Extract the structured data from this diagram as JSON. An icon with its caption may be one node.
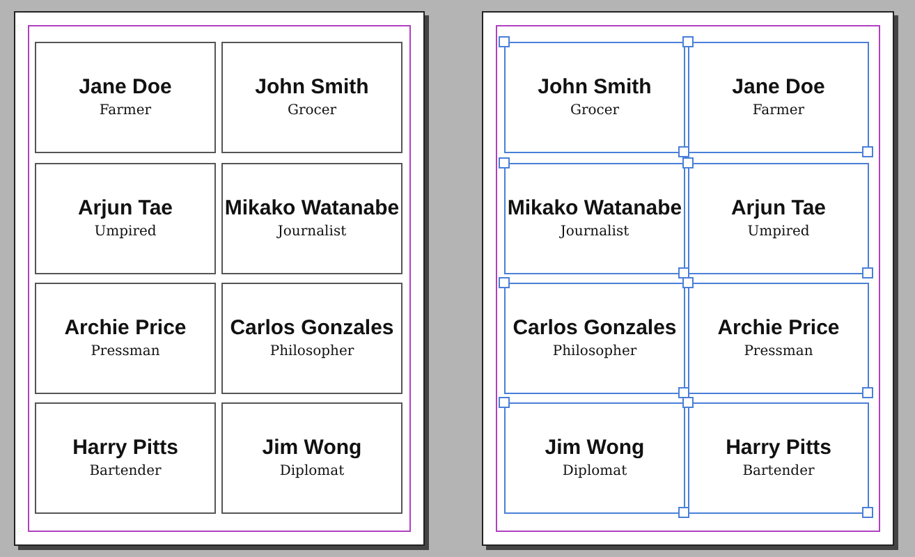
{
  "diagram": {
    "nodes": [
      {
        "text": [],
        "shape": "box"
      },
      {
        "text": [
          "Jane Doe",
          "Farmer"
        ],
        "in": 0
      },
      {
        "text": [
          "John Smith",
          "Grocer"
        ],
        "in": 0
      },
      {
        "text": [
          "Arjun Tae",
          "Umpired"
        ],
        "in": 0
      },
      {
        "text": [
          "Mikako Watanabe",
          "Journalist"
        ],
        "in": 0
      },
      {
        "text": [
          "Archie Price",
          "Pressman"
        ],
        "in": 0
      },
      {
        "text": [
          "Carlos Gonzales",
          "Philosopher"
        ],
        "in": 0
      },
      {
        "text": [
          "Harry Pitts",
          "Bartender"
        ],
        "in": 0
      },
      {
        "text": [
          "Jim Wong",
          "Diplomat"
        ],
        "in": 0
      },
      {
        "text": [],
        "shape": "box"
      },
      {
        "text": [
          "John Smith",
          "Grocer"
        ],
        "in": 9
      },
      {
        "text": [
          "Jane Doe",
          "Farmer"
        ],
        "in": 9
      },
      {
        "text": [
          "Mikako Watanabe",
          "Journalist"
        ],
        "in": 9
      },
      {
        "text": [
          "Arjun Tae",
          "Umpired"
        ],
        "in": 9
      },
      {
        "text": [
          "Carlos Gonzales",
          "Philosopher"
        ],
        "in": 9
      },
      {
        "text": [
          "Archie Price",
          "Pressman"
        ],
        "in": 9
      },
      {
        "text": [
          "Jim Wong",
          "Diplomat"
        ],
        "in": 9
      },
      {
        "text": [
          "Harry Pitts",
          "Bartender"
        ],
        "in": 9
      }
    ]
  }
}
